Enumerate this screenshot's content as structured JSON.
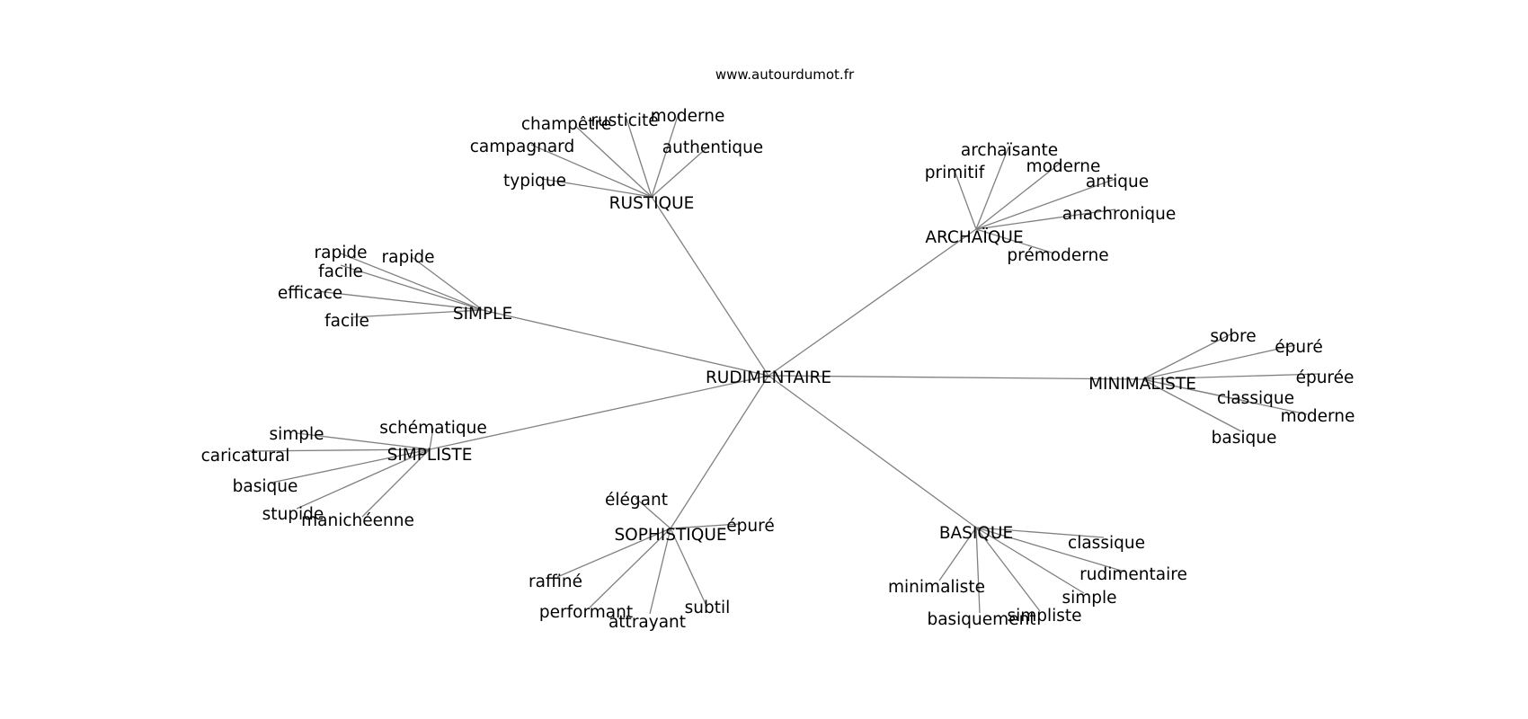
{
  "watermark": "www.autourdumot.fr",
  "root": "RUDIMENTAIRE",
  "clusters": [
    {
      "hub": "RUSTIQUE",
      "leaves": [
        "champêtre",
        "rusticité",
        "moderne",
        "campagnard",
        "authentique",
        "typique"
      ]
    },
    {
      "hub": "ARCHAÏQUE",
      "leaves": [
        "archaïsante",
        "primitif",
        "moderne",
        "antique",
        "anachronique",
        "prémoderne"
      ]
    },
    {
      "hub": "SIMPLE",
      "leaves": [
        "rapide",
        "rapide",
        "facile",
        "efficace",
        "facile"
      ]
    },
    {
      "hub": "MINIMALISTE",
      "leaves": [
        "sobre",
        "épuré",
        "épurée",
        "classique",
        "moderne",
        "basique"
      ]
    },
    {
      "hub": "SIMPLISTE",
      "leaves": [
        "schématique",
        "simple",
        "caricatural",
        "basique",
        "stupide",
        "manichéenne"
      ]
    },
    {
      "hub": "SOPHISTIQUE",
      "leaves": [
        "élégant",
        "épuré",
        "raffiné",
        "performant",
        "attrayant",
        "subtil"
      ]
    },
    {
      "hub": "BASIQUE",
      "leaves": [
        "classique",
        "rudimentaire",
        "minimaliste",
        "simple",
        "simpliste",
        "basiquement"
      ]
    }
  ]
}
